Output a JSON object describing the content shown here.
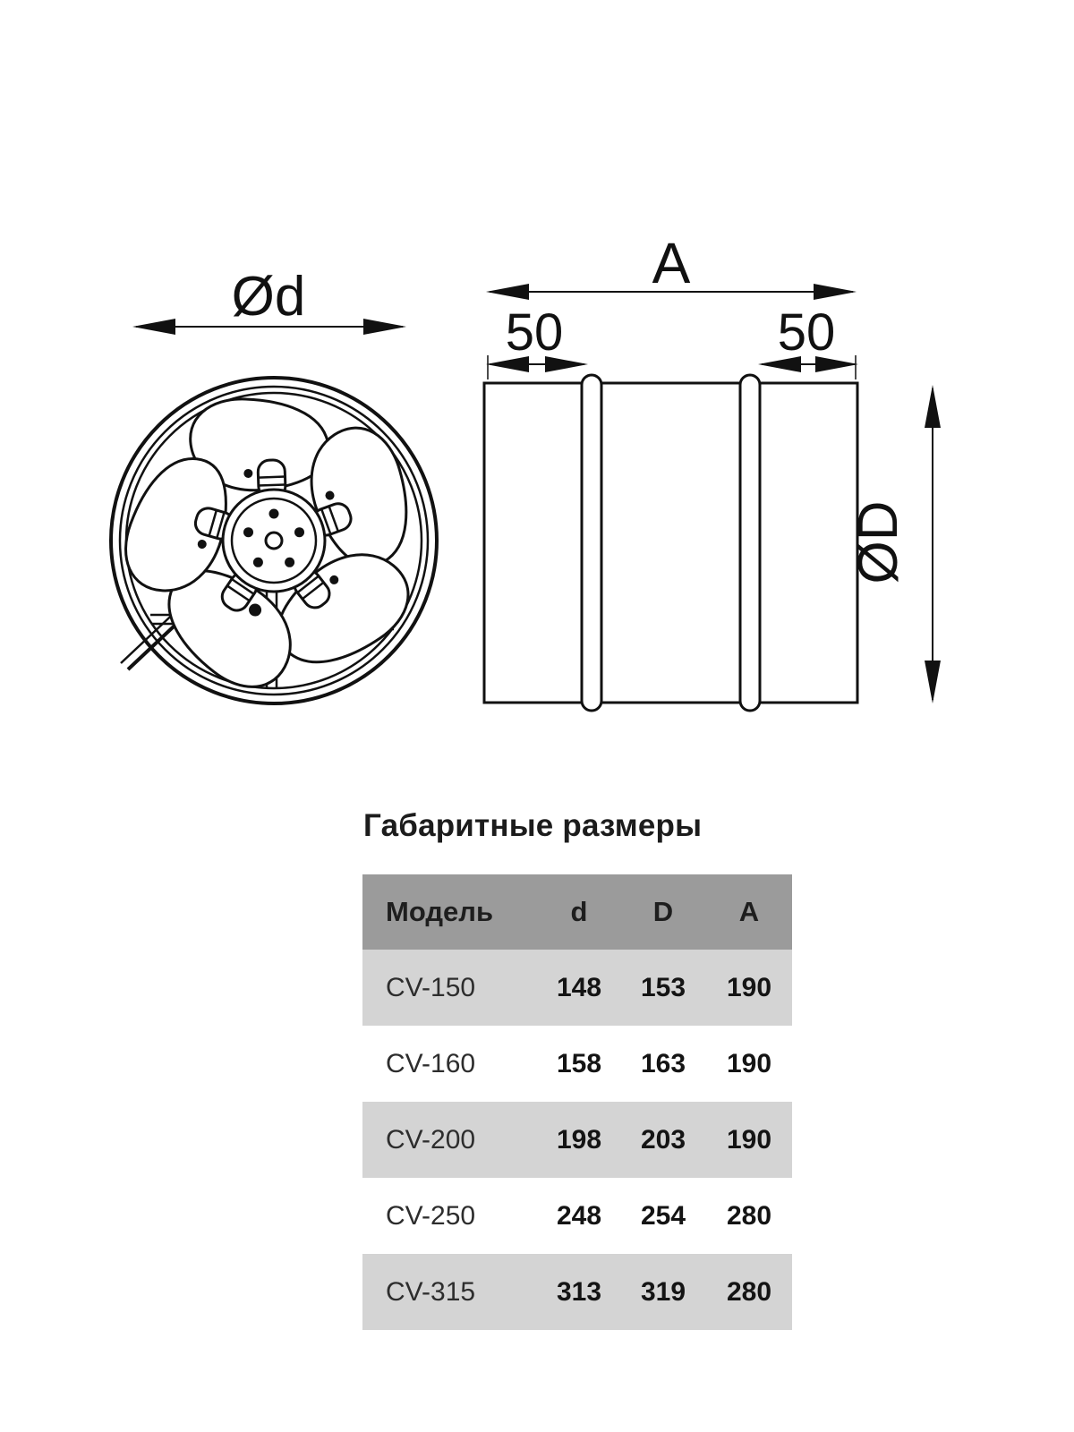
{
  "drawing": {
    "front_view": {
      "description": "axial fan front view, 5 blades",
      "diameter_label": "Ød"
    },
    "side_view": {
      "description": "duct cylinder side view with two beads",
      "length_label": "A",
      "left_flange_label": "50",
      "right_flange_label": "50",
      "outer_diameter_label": "ØD"
    }
  },
  "dimensions_table": {
    "title": "Габаритные размеры",
    "headers": {
      "model": "Модель",
      "d": "d",
      "D": "D",
      "A": "A"
    },
    "rows": [
      {
        "model": "CV-150",
        "d": "148",
        "D": "153",
        "A": "190"
      },
      {
        "model": "CV-160",
        "d": "158",
        "D": "163",
        "A": "190"
      },
      {
        "model": "CV-200",
        "d": "198",
        "D": "203",
        "A": "190"
      },
      {
        "model": "CV-250",
        "d": "248",
        "D": "254",
        "A": "280"
      },
      {
        "model": "CV-315",
        "d": "313",
        "D": "319",
        "A": "280"
      }
    ]
  },
  "colors": {
    "line": "#111111",
    "header_bg": "#9b9b9b",
    "row_alt_bg": "#d4d4d4",
    "background": "#ffffff"
  }
}
